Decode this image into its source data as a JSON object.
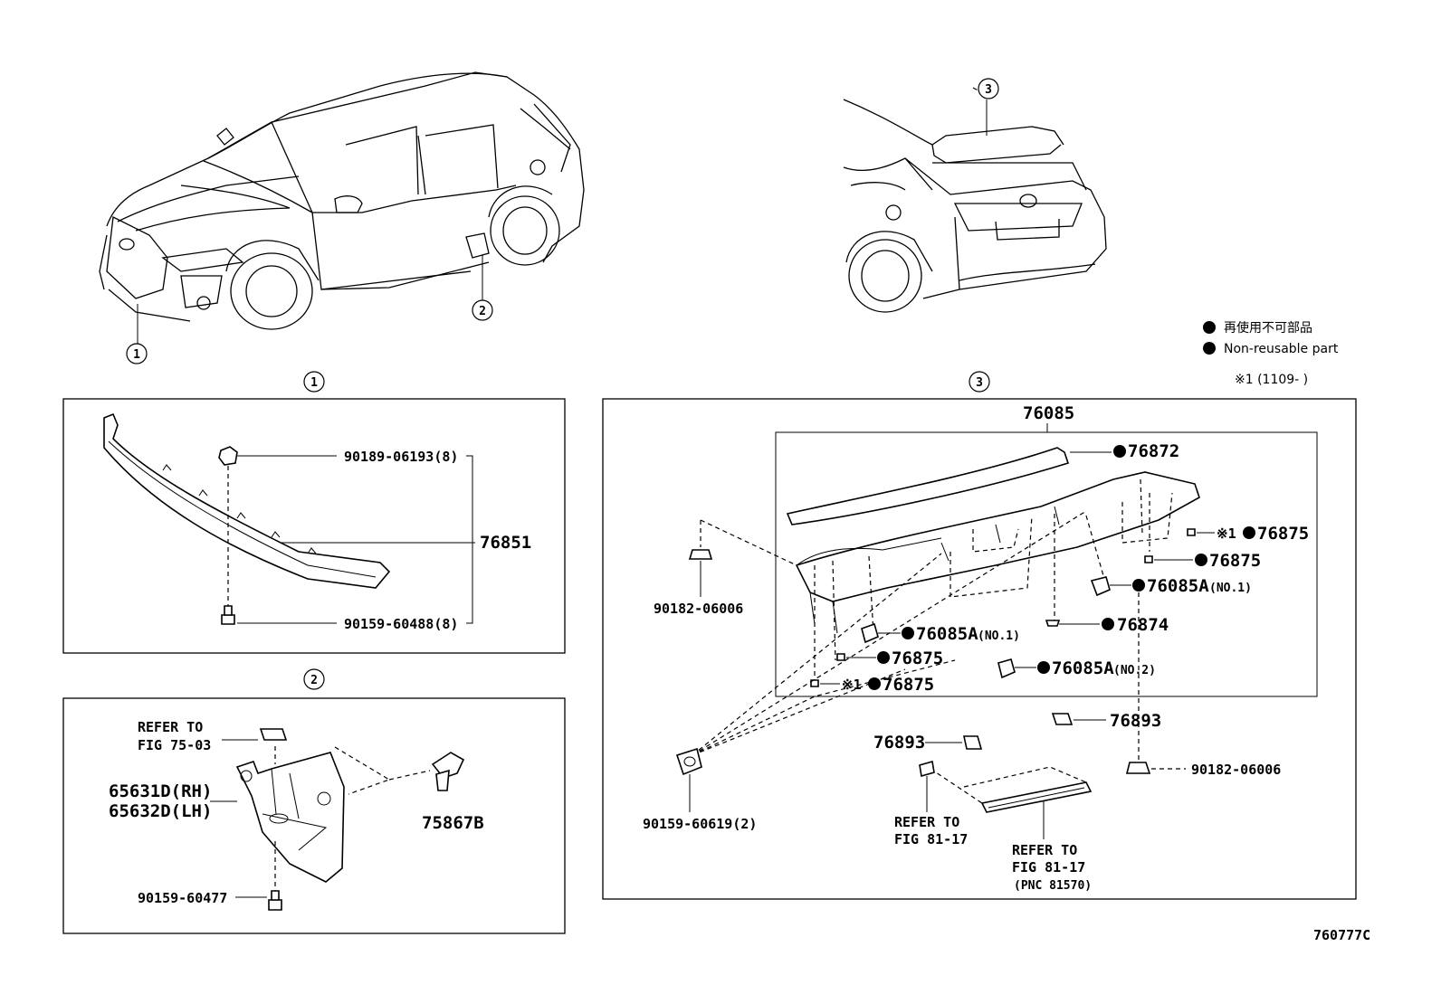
{
  "diagram_id": "760777C",
  "legend": {
    "jp": "再使用不可部品",
    "en": "Non-reusable part",
    "note": "※1 (1109-      )"
  },
  "overview": {
    "callouts": [
      "1",
      "2",
      "3"
    ]
  },
  "section1": {
    "title": "1",
    "parts": [
      "90189-06193(8)",
      "76851",
      "90159-60488(8)"
    ]
  },
  "section2": {
    "title": "2",
    "refer1": [
      "REFER TO",
      "FIG 75-03"
    ],
    "parts": [
      "65631D(RH)",
      "65632D(LH)",
      "75867B",
      "90159-60477"
    ]
  },
  "section3": {
    "title": "3",
    "main": "76085",
    "parts": {
      "p76872": "76872",
      "p76875a": "76875",
      "p76875b": "76875",
      "p76875c": "76875",
      "p76875d": "76875",
      "p76085a1_r": "76085A",
      "p76085a1_l": "76085A",
      "p76085a2": "76085A",
      "p76874": "76874",
      "p76893a": "76893",
      "p76893b": "76893",
      "p90182a": "90182-06006",
      "p90182b": "90182-06006",
      "p90159": "90159-60619(2)"
    },
    "suffix_no1": "(NO.1)",
    "suffix_no2": "(NO.2)",
    "mark1": "※1",
    "refer_a": [
      "REFER TO",
      "FIG 81-17"
    ],
    "refer_b": [
      "REFER TO",
      "FIG 81-17",
      "(PNC 81570)"
    ]
  }
}
